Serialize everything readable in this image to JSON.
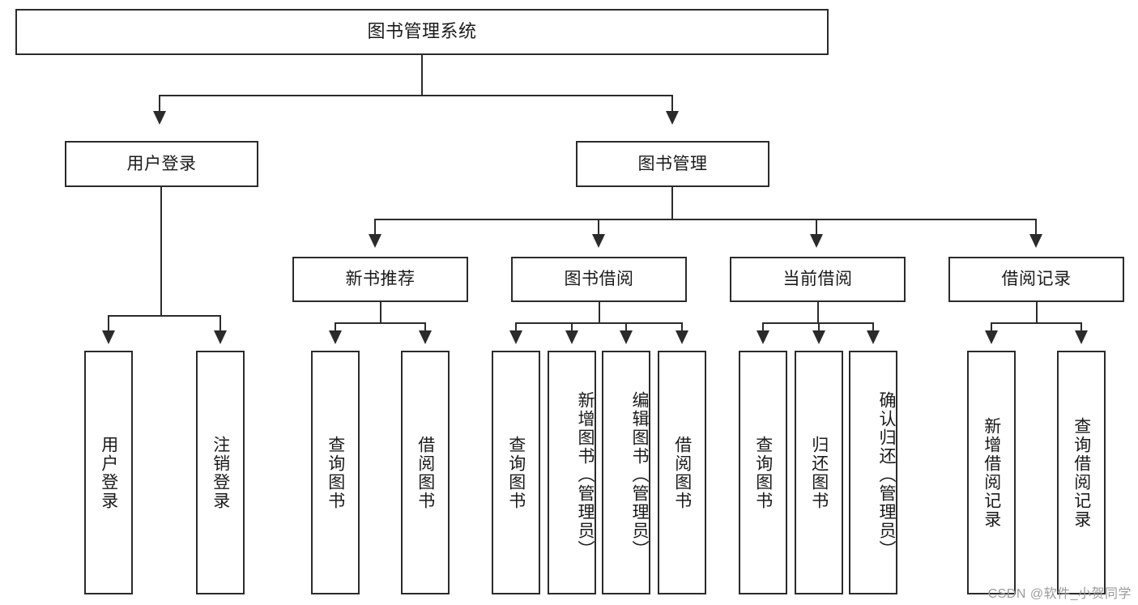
{
  "diagram": {
    "title": "图书管理系统",
    "type": "hierarchy-tree",
    "root": {
      "label": "图书管理系统"
    },
    "level2": [
      {
        "label": "用户登录"
      },
      {
        "label": "图书管理"
      }
    ],
    "level3": [
      {
        "label": "新书推荐"
      },
      {
        "label": "图书借阅"
      },
      {
        "label": "当前借阅"
      },
      {
        "label": "借阅记录"
      }
    ],
    "leaves": {
      "user_login": [
        {
          "label": "用户登录"
        },
        {
          "label": "注销登录"
        }
      ],
      "new_book_recommend": [
        {
          "label": "查询图书"
        },
        {
          "label": "借阅图书"
        }
      ],
      "book_borrow": [
        {
          "label": "查询图书"
        },
        {
          "label": "新增图书（管理员）"
        },
        {
          "label": "编辑图书（管理员）"
        },
        {
          "label": "借阅图书"
        }
      ],
      "current_borrow": [
        {
          "label": "查询图书"
        },
        {
          "label": "归还图书"
        },
        {
          "label": "确认归还（管理员）"
        }
      ],
      "borrow_record": [
        {
          "label": "新增借阅记录"
        },
        {
          "label": "查询借阅记录"
        }
      ]
    }
  },
  "watermark": {
    "text": "CSDN @软件_小贺同学"
  },
  "colors": {
    "stroke": "#2b2b2b",
    "fill": "#ffffff",
    "text": "#1a1a1a",
    "watermark": "#9a9a9a"
  }
}
